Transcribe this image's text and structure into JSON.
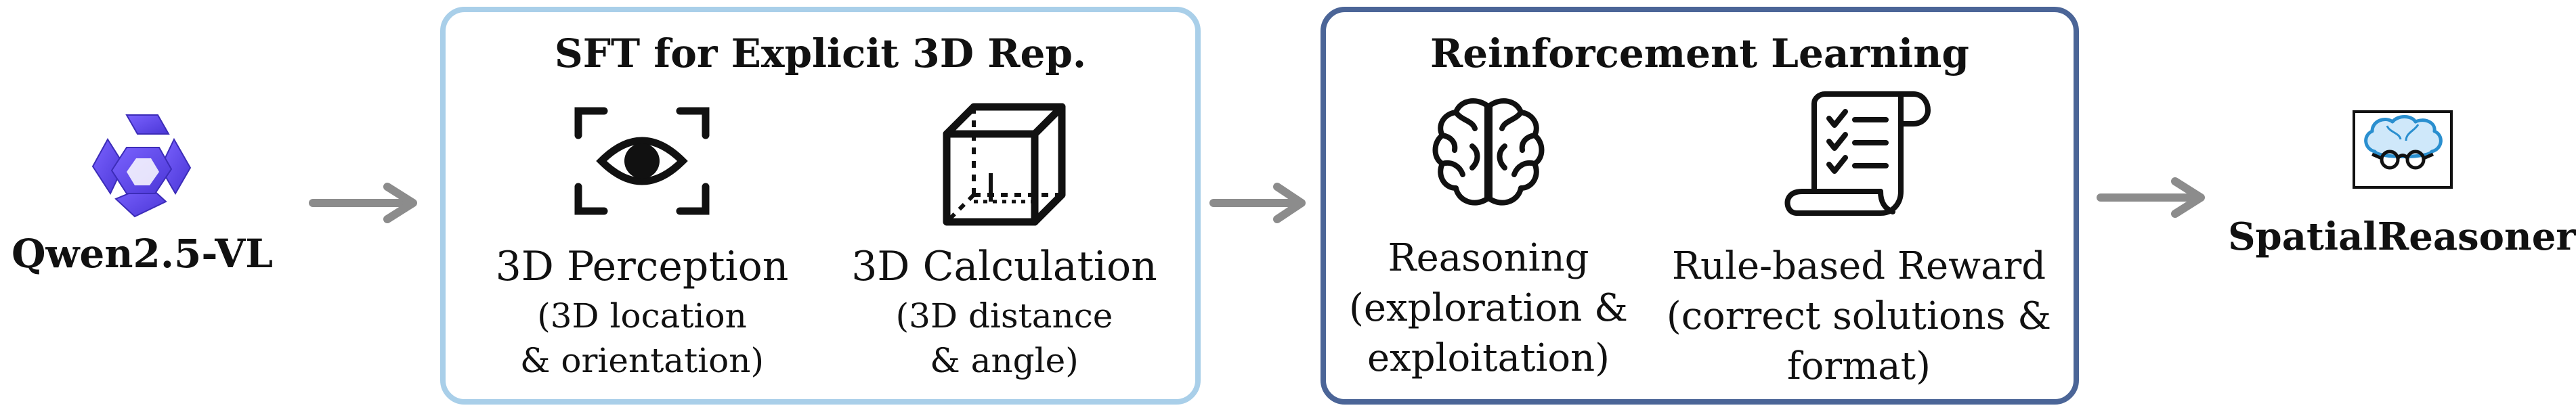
{
  "source_model": {
    "label": "Qwen2.5-VL",
    "icon": "qwen-logo-icon",
    "color": "#5b47e6"
  },
  "sft_panel": {
    "title": "SFT for Explicit 3D Rep.",
    "border_color": "#a9cfe9",
    "items": [
      {
        "icon": "eye-scan-icon",
        "title": "3D Perception",
        "sub_line1": "(3D location",
        "sub_line2": "& orientation)"
      },
      {
        "icon": "cube-icon",
        "title": "3D Calculation",
        "sub_line1": "(3D distance",
        "sub_line2": "& angle)"
      }
    ]
  },
  "rl_panel": {
    "title": "Reinforcement Learning",
    "border_color": "#4b6597",
    "items": [
      {
        "icon": "brain-icon",
        "line1": "Reasoning",
        "line2": "(exploration &",
        "line3": "exploitation)"
      },
      {
        "icon": "checklist-scroll-icon",
        "line1": "Rule-based Reward",
        "line2": "(correct solutions &",
        "line3": "format)"
      }
    ]
  },
  "target_model": {
    "label": "SpatialReasoner",
    "icon": "brain-glasses-icon",
    "color": "#2a8fcf"
  },
  "arrow_color": "#8c8c8c"
}
